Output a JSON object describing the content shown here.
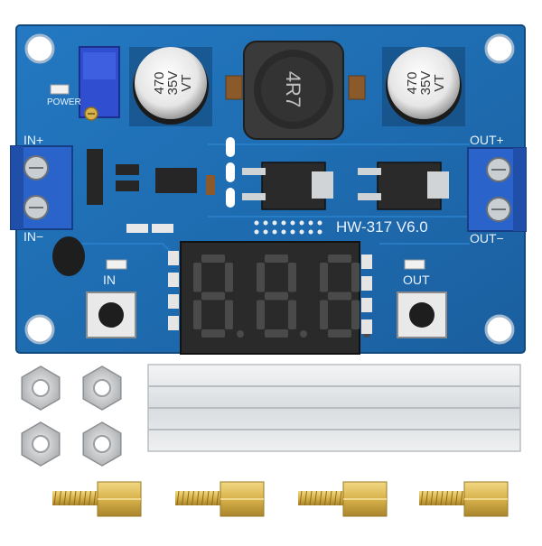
{
  "board": {
    "model_label": "HW-317 V6.0",
    "power_label": "POWER",
    "in_plus_label": "IN+",
    "in_minus_label": "IN−",
    "out_plus_label": "OUT+",
    "out_minus_label": "OUT−",
    "in_button_label": "IN",
    "out_button_label": "OUT",
    "inductor_label": "4R7",
    "capacitor_left": {
      "line1": "470",
      "line2": "35V",
      "line3": "VT"
    },
    "capacitor_right": {
      "line1": "470",
      "line2": "35V",
      "line3": "VT"
    },
    "display_text": "8.8.8."
  },
  "accessories": {
    "nut_count": 4,
    "standoff_count": 4,
    "heatsink": "heatsink"
  },
  "colors": {
    "pcb": "#1f6fb5",
    "pcb_dark": "#15528a",
    "terminal": "#2a63c9",
    "brass": "#d8b24a",
    "silver": "#d9dde0",
    "display": "#2a2a2a",
    "segment": "#4a4a4a"
  }
}
